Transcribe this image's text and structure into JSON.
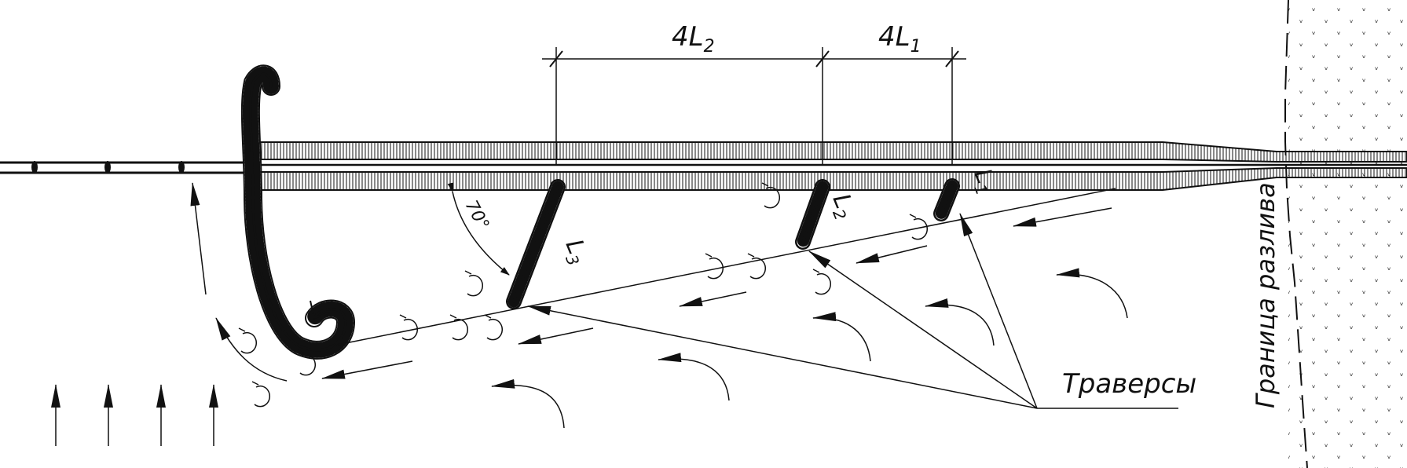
{
  "labels": {
    "dim_left": "4L",
    "dim_left_sub": "2",
    "dim_right": "4L",
    "dim_right_sub": "1",
    "traverse_3": "L",
    "traverse_3_sub": "3",
    "traverse_2": "L",
    "traverse_2_sub": "2",
    "traverse_1": "L",
    "traverse_1_sub": "1",
    "angle": "70°",
    "callout": "Траверсы",
    "boundary": "Граница разлива"
  },
  "colors": {
    "ink": "#111111",
    "paper": "#ffffff"
  }
}
